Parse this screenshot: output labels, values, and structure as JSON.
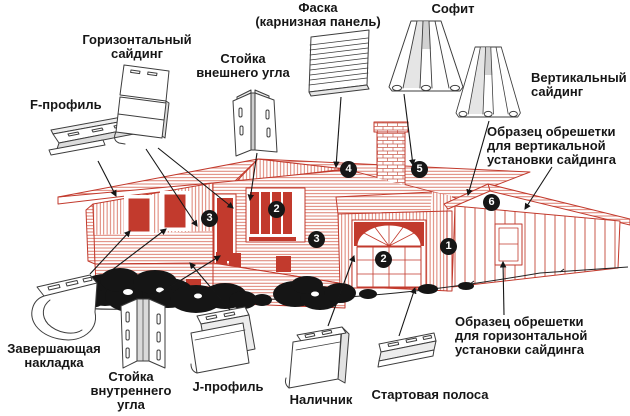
{
  "colors": {
    "house_red": "#c23a2d",
    "hatch_red": "#cf5a4a",
    "ink": "#161616",
    "part_line": "#3d3d3d"
  },
  "labels": {
    "faska": "Фаска\n(карнизная панель)",
    "sofit": "Софит",
    "gorizontalnyy_sayding": "Горизонтальный\nсайдинг",
    "stoyka_vneshnego_ugla": "Стойка\nвнешнего угла",
    "f_profil": "F-профиль",
    "vertikalnyy_sayding": "Вертикальный\nсайдинг",
    "obreshetka_vertikalnaya": "Образец обрешетки\nдля вертикальной\nустановки сайдинга",
    "zavershayushchaya_nakladka": "Завершающая\nнакладка",
    "stoyka_vnutrennego_ugla": "Стойка\nвнутреннего\nугла",
    "j_profil": "J-профиль",
    "nalichnik": "Наличник",
    "startovaya_polosa": "Стартовая полоса",
    "obreshetka_gorizontalnaya": "Образец обрешетки\nдля горизонтальной\nустановки сайдинга"
  },
  "markers": {
    "m1": "1",
    "m2_garage": "2",
    "m2_window": "2",
    "m3_door": "3",
    "m3_wall": "3",
    "m4": "4",
    "m5": "5",
    "m6": "6"
  }
}
